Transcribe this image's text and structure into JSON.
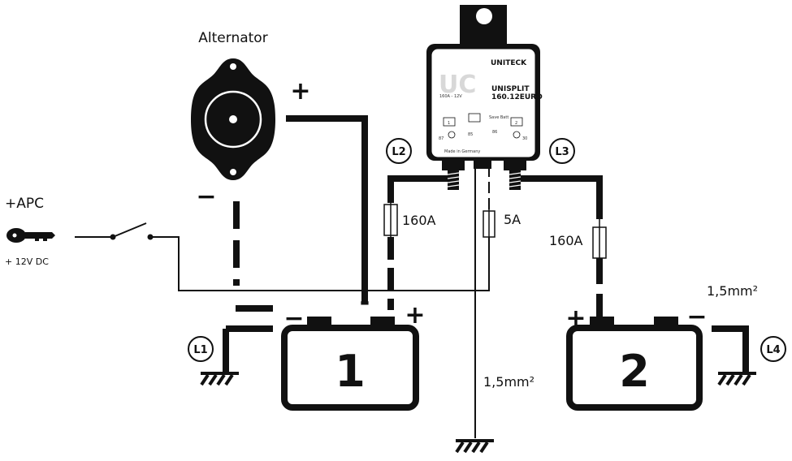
{
  "labels": {
    "alternator": "Alternator",
    "apc": "+APC",
    "apc_voltage": "+ 12V DC",
    "fuse_l2": "160A",
    "fuse_mid": "5A",
    "fuse_l3": "160A",
    "wire_center": "1,5mm²",
    "wire_right": "1,5mm²",
    "battery1": "1",
    "battery2": "2",
    "plus_sign": "+",
    "minus_sign": "−",
    "dash_sign": "-"
  },
  "tags": {
    "l1": "L1",
    "l2": "L2",
    "l3": "L3",
    "l4": "L4"
  },
  "device": {
    "brand": "UNITECK",
    "model_line1": "UNISPLIT",
    "model_line2": "160.12EURO",
    "logo": "UC",
    "rating": "160A - 12V",
    "term1_label": "1",
    "term2_label": "2",
    "save_batt": "Save Batt",
    "pin87": "87",
    "pin85": "85",
    "pin86": "86",
    "pin30": "30",
    "made_in": "Made in Germany"
  },
  "icons": {
    "key": "key-icon",
    "ground": "ground-icon",
    "switch": "switch-icon",
    "fuse": "fuse-icon"
  }
}
